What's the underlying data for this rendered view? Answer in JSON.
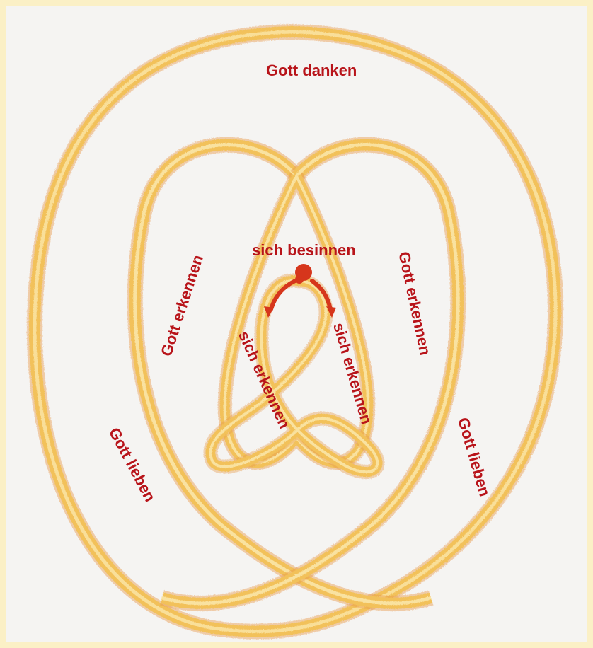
{
  "colors": {
    "page_border": "#fbf0c6",
    "paper": "#f5f4f2",
    "text": "#b8141a",
    "line_outer": "#f2c15a",
    "line_inner": "#f7d98a",
    "line_edge": "#e79a4a",
    "center_mark": "#d6361c"
  },
  "labels": {
    "gott_danken": "Gott danken",
    "sich_besinnen": "sich besinnen",
    "gott_erkennen_left": "Gott erkennen",
    "gott_erkennen_right": "Gott erkennen",
    "sich_erkennen_left": "sich erkennen",
    "sich_erkennen_right": "sich erkennen",
    "gott_lieben_left": "Gott lieben",
    "gott_lieben_right": "Gott lieben"
  }
}
